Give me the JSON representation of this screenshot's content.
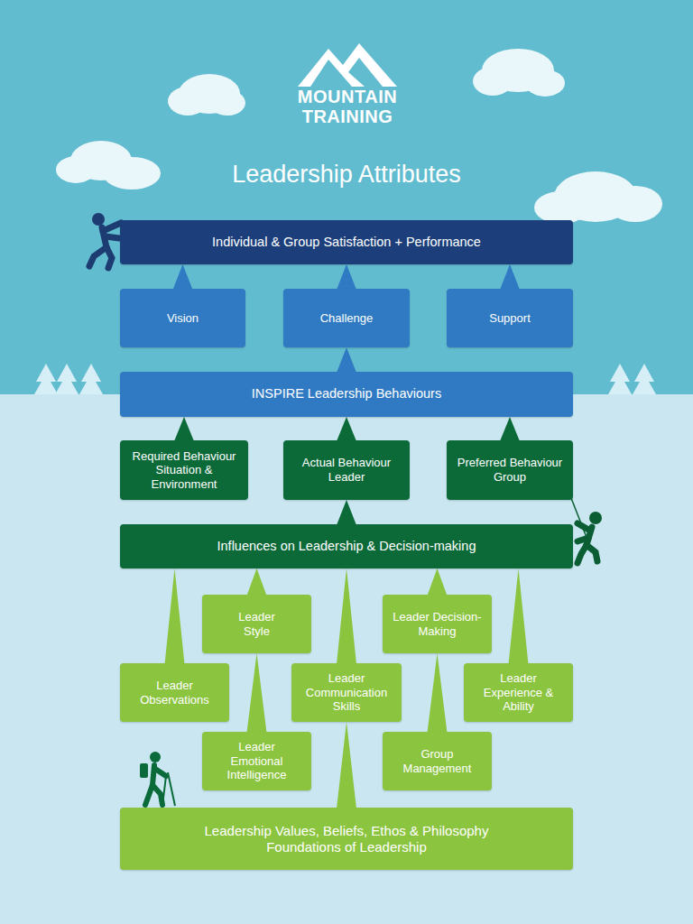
{
  "diagram": {
    "title": "Leadership Attributes",
    "nodes": [
      {
        "text": [
          "Individual & Group Satisfaction + Performance"
        ]
      },
      {
        "text": [
          "Vision"
        ]
      },
      {
        "text": [
          "Challenge"
        ]
      },
      {
        "text": [
          "Support"
        ]
      },
      {
        "text": [
          "INSPIRE Leadership Behaviours"
        ]
      },
      {
        "text": [
          "Required Behaviour Situation & Environment"
        ]
      },
      {
        "text": [
          "Actual Behaviour Leader"
        ]
      },
      {
        "text": [
          "Preferred Behaviour Group"
        ]
      },
      {
        "text": [
          "Influences on Leadership & Decision-making"
        ]
      },
      {
        "text": [
          "Leader Style"
        ]
      },
      {
        "text": [
          "Leader Decision-Making"
        ]
      },
      {
        "text": [
          "Leader Observations"
        ]
      },
      {
        "text": [
          "Leader Communication Skills"
        ]
      },
      {
        "text": [
          "Leader Experience & Ability"
        ]
      },
      {
        "text": [
          "Leader Emotional Intelligence"
        ]
      },
      {
        "text": [
          "Group Management"
        ]
      },
      {
        "text": [
          "Leadership Values, Beliefs, Ethos & Philosophy Foundations of Leadership"
        ]
      }
    ],
    "edges": [
      {
        "from": 1,
        "to": 0,
        "arrow": "to"
      },
      {
        "from": 2,
        "to": 0,
        "arrow": "to"
      },
      {
        "from": 3,
        "to": 0,
        "arrow": "to"
      },
      {
        "from": 4,
        "to": 2,
        "arrow": "to"
      },
      {
        "from": 5,
        "to": 4,
        "arrow": "to"
      },
      {
        "from": 6,
        "to": 4,
        "arrow": "to"
      },
      {
        "from": 7,
        "to": 4,
        "arrow": "to"
      },
      {
        "from": 8,
        "to": 6,
        "arrow": "to"
      },
      {
        "from": 9,
        "to": 8,
        "arrow": "to"
      },
      {
        "from": 10,
        "to": 8,
        "arrow": "to"
      },
      {
        "from": 11,
        "to": 8,
        "arrow": "to"
      },
      {
        "from": 12,
        "to": 8,
        "arrow": "to"
      },
      {
        "from": 13,
        "to": 8,
        "arrow": "to"
      },
      {
        "from": 14,
        "to": 9,
        "arrow": "to"
      },
      {
        "from": 15,
        "to": 10,
        "arrow": "to"
      },
      {
        "from": 16,
        "to": 12,
        "arrow": "to"
      }
    ],
    "labels": [
      "MOUNTAIN",
      "TRAINING"
    ]
  }
}
